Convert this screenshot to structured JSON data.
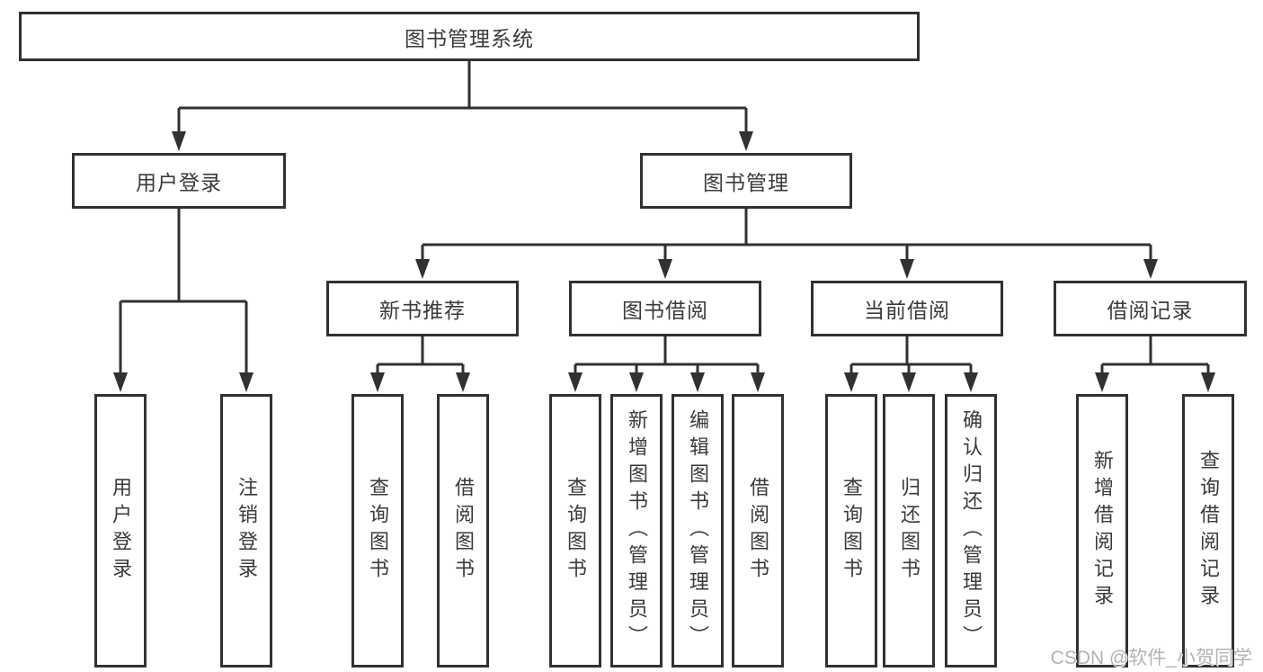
{
  "diagram": {
    "root": {
      "label": "图书管理系统"
    },
    "level2": [
      {
        "label": "用户登录"
      },
      {
        "label": "图书管理"
      }
    ],
    "level3": [
      {
        "label": "新书推荐"
      },
      {
        "label": "图书借阅"
      },
      {
        "label": "当前借阅"
      },
      {
        "label": "借阅记录"
      }
    ],
    "leaves": [
      {
        "label": "用户登录"
      },
      {
        "label": "注销登录"
      },
      {
        "label": "查询图书"
      },
      {
        "label": "借阅图书"
      },
      {
        "label": "查询图书"
      },
      {
        "label": "新增图书（管理员）"
      },
      {
        "label": "编辑图书（管理员）"
      },
      {
        "label": "借阅图书"
      },
      {
        "label": "查询图书"
      },
      {
        "label": "归还图书"
      },
      {
        "label": "确认归还（管理员）"
      },
      {
        "label": "新增借阅记录"
      },
      {
        "label": "查询借阅记录"
      }
    ],
    "colors": {
      "line": "#313131",
      "text": "#3a3a3a",
      "watermark": "#b3b3b3",
      "background": "#ffffff"
    }
  },
  "watermark": {
    "text": "CSDN @软件_小贺同学"
  }
}
